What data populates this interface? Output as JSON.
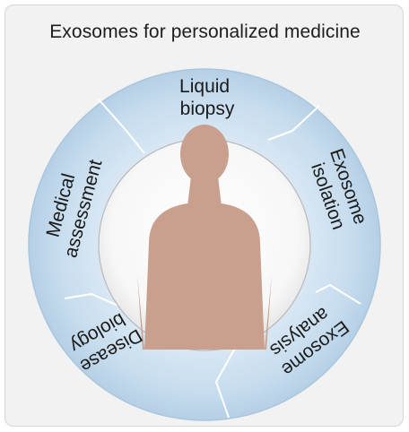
{
  "title": "Exosomes for personalized medicine",
  "colors": {
    "background": "#f2f2f2",
    "ring": "#c9deed",
    "ring_edge": "#9fc0da",
    "inner_circle": "#ffffff",
    "figure": "#c9a08d"
  },
  "segments": [
    {
      "id": "liquid-biopsy",
      "lines": [
        "Liquid",
        "biopsy"
      ]
    },
    {
      "id": "exosome-isolation",
      "lines": [
        "Exosome",
        "isolation"
      ]
    },
    {
      "id": "exosome-analysis",
      "lines": [
        "Exosome",
        "analysis"
      ]
    },
    {
      "id": "disease-biology",
      "lines": [
        "Disease",
        "biology"
      ]
    },
    {
      "id": "medical-assessment",
      "lines": [
        "Medical",
        "assessment"
      ]
    }
  ],
  "center_icon": "human-silhouette-icon"
}
